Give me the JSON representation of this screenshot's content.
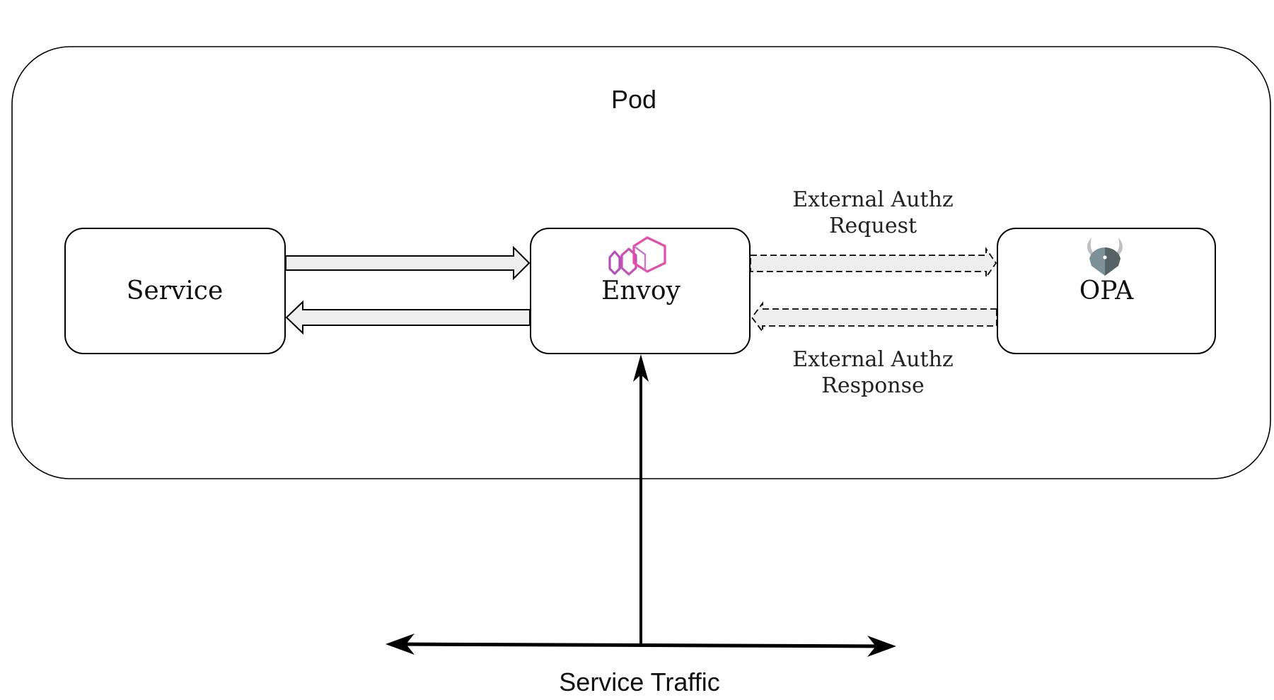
{
  "pod": {
    "label": "Pod"
  },
  "nodes": {
    "service": {
      "label": "Service"
    },
    "envoy": {
      "label": "Envoy",
      "icon": "envoy-logo-icon"
    },
    "opa": {
      "label": "OPA",
      "icon": "opa-logo-icon"
    }
  },
  "edges": {
    "ext_authz_request": {
      "line1": "External Authz",
      "line2": "Request",
      "style": "dashed"
    },
    "ext_authz_response": {
      "line1": "External Authz",
      "line2": "Response",
      "style": "dashed"
    },
    "service_to_envoy": {
      "style": "solid-block"
    },
    "envoy_to_service": {
      "style": "solid-block"
    },
    "ingress": {
      "style": "solid-line"
    }
  },
  "traffic": {
    "label": "Service Traffic"
  },
  "colors": {
    "stroke": "#000000",
    "arrow_fill": "#eeeeee",
    "envoy_pink": "#e14eac",
    "envoy_purple": "#b44fb8",
    "opa_dark": "#566366",
    "opa_light": "#7d9199",
    "opa_horn": "#bfbfbf"
  }
}
